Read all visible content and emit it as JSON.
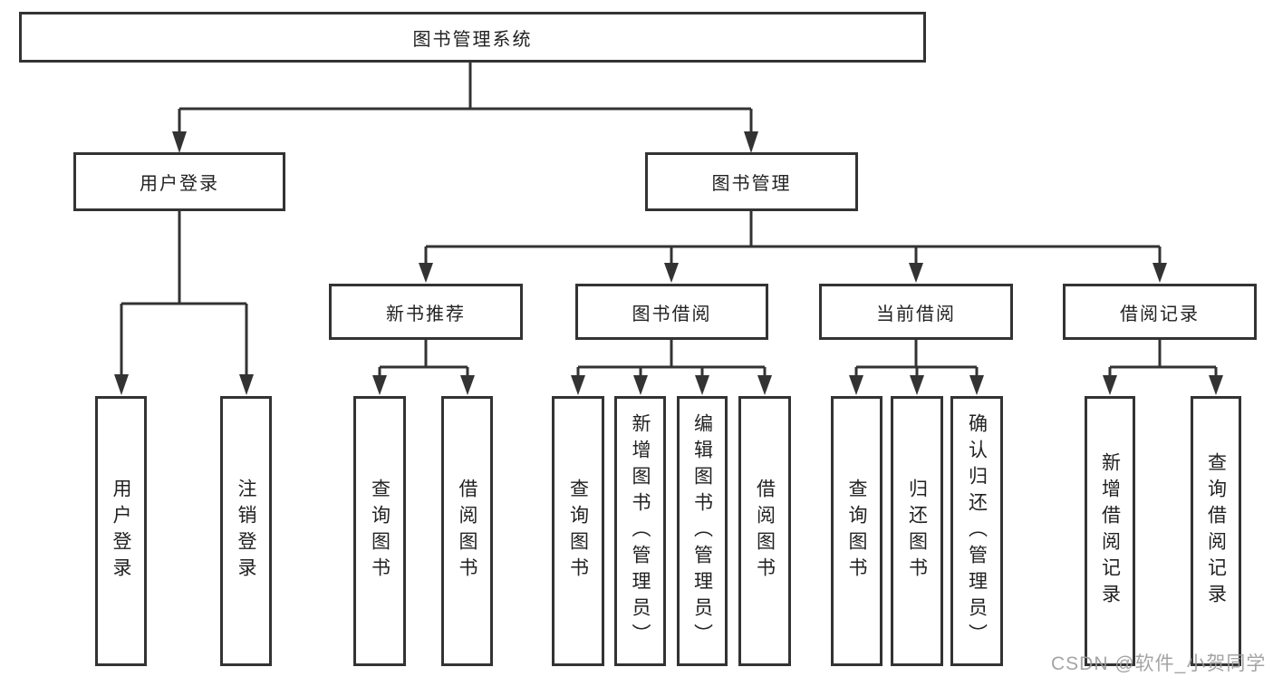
{
  "diagram": {
    "type": "org-tree",
    "tree": {
      "label": "图书管理系统",
      "children": [
        {
          "label": "用户登录",
          "children": [
            {
              "label": "用户登录"
            },
            {
              "label": "注销登录"
            }
          ]
        },
        {
          "label": "图书管理",
          "children": [
            {
              "label": "新书推荐",
              "children": [
                {
                  "label": "查询图书"
                },
                {
                  "label": "借阅图书"
                }
              ]
            },
            {
              "label": "图书借阅",
              "children": [
                {
                  "label": "查询图书"
                },
                {
                  "label": "新增图书（管理员）"
                },
                {
                  "label": "编辑图书（管理员）"
                },
                {
                  "label": "借阅图书"
                }
              ]
            },
            {
              "label": "当前借阅",
              "children": [
                {
                  "label": "查询图书"
                },
                {
                  "label": "归还图书"
                },
                {
                  "label": "确认归还（管理员）"
                }
              ]
            },
            {
              "label": "借阅记录",
              "children": [
                {
                  "label": "新增借阅记录"
                },
                {
                  "label": "查询借阅记录"
                }
              ]
            }
          ]
        }
      ]
    },
    "colors": {
      "line": "#333333",
      "box_border": "#333333",
      "text": "#222222",
      "background": "#ffffff",
      "watermark": "#9b9b9b"
    }
  },
  "watermark": {
    "text": "CSDN @软件_小贺同学"
  }
}
